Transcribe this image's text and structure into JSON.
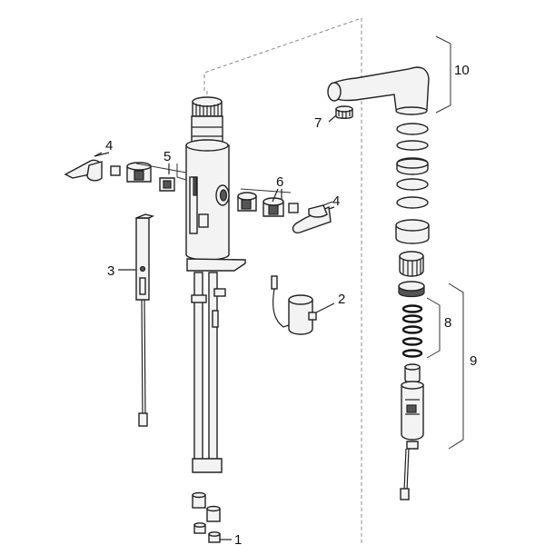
{
  "callouts": [
    {
      "id": "1",
      "text": "1"
    },
    {
      "id": "2",
      "text": "2"
    },
    {
      "id": "3",
      "text": "3"
    },
    {
      "id": "4a",
      "text": "4"
    },
    {
      "id": "4b",
      "text": "4"
    },
    {
      "id": "5",
      "text": "5"
    },
    {
      "id": "6",
      "text": "6"
    },
    {
      "id": "7",
      "text": "7"
    },
    {
      "id": "8",
      "text": "8"
    },
    {
      "id": "9",
      "text": "9"
    },
    {
      "id": "10",
      "text": "10"
    }
  ],
  "colors": {
    "line": "#222222",
    "fill": "#f3f3f3",
    "dark": "#555555"
  }
}
